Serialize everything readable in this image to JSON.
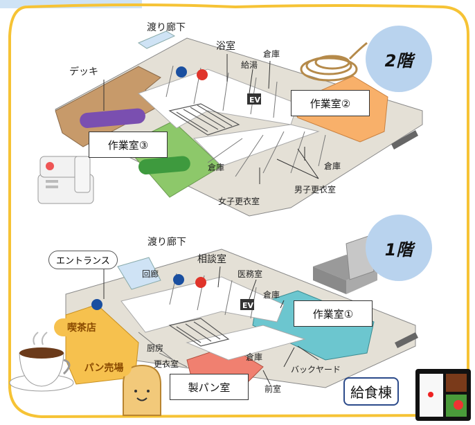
{
  "floor2": {
    "floor_label": "2階",
    "rooms": {
      "watari": "渡り廊下",
      "deck": "デッキ",
      "bath": "浴室",
      "storage_top": "倉庫",
      "kyuto": "給湯",
      "ev": "EV",
      "work2": "作業室②",
      "work3": "作業室③",
      "storage_left": "倉庫",
      "storage_right": "倉庫",
      "mens_locker": "男子更衣室",
      "womens_locker": "女子更衣室"
    }
  },
  "floor1": {
    "floor_label": "1階",
    "rooms": {
      "watari": "渡り廊下",
      "entrance": "エントランス",
      "kairou": "回廊",
      "consult": "相談室",
      "medical": "医務室",
      "storage_top": "倉庫",
      "ev": "EV",
      "work1": "作業室①",
      "cafe": "喫茶店",
      "bread_shop": "パン売場",
      "kitchen": "厨房",
      "locker": "更衣室",
      "storage_bottom": "倉庫",
      "backyard": "バックヤード",
      "bakery": "製パン室",
      "front_room": "前室"
    }
  },
  "kyushoku_building": "給食棟",
  "colors": {
    "frame": "#f6c335",
    "floor_circle": "#b9d3ee",
    "work1": "#6cc6cf",
    "work2": "#f8b06a",
    "work3_green": "#8dc86a",
    "deck": "#c79a6a",
    "cafe": "#f6c14e",
    "bakery": "#f08070"
  },
  "icons": [
    "rope-icon",
    "sewing-machine-icon",
    "box-icon",
    "coffee-cup-icon",
    "bread-icon",
    "bento-icon",
    "restroom-icon",
    "wheelchair-icon"
  ]
}
